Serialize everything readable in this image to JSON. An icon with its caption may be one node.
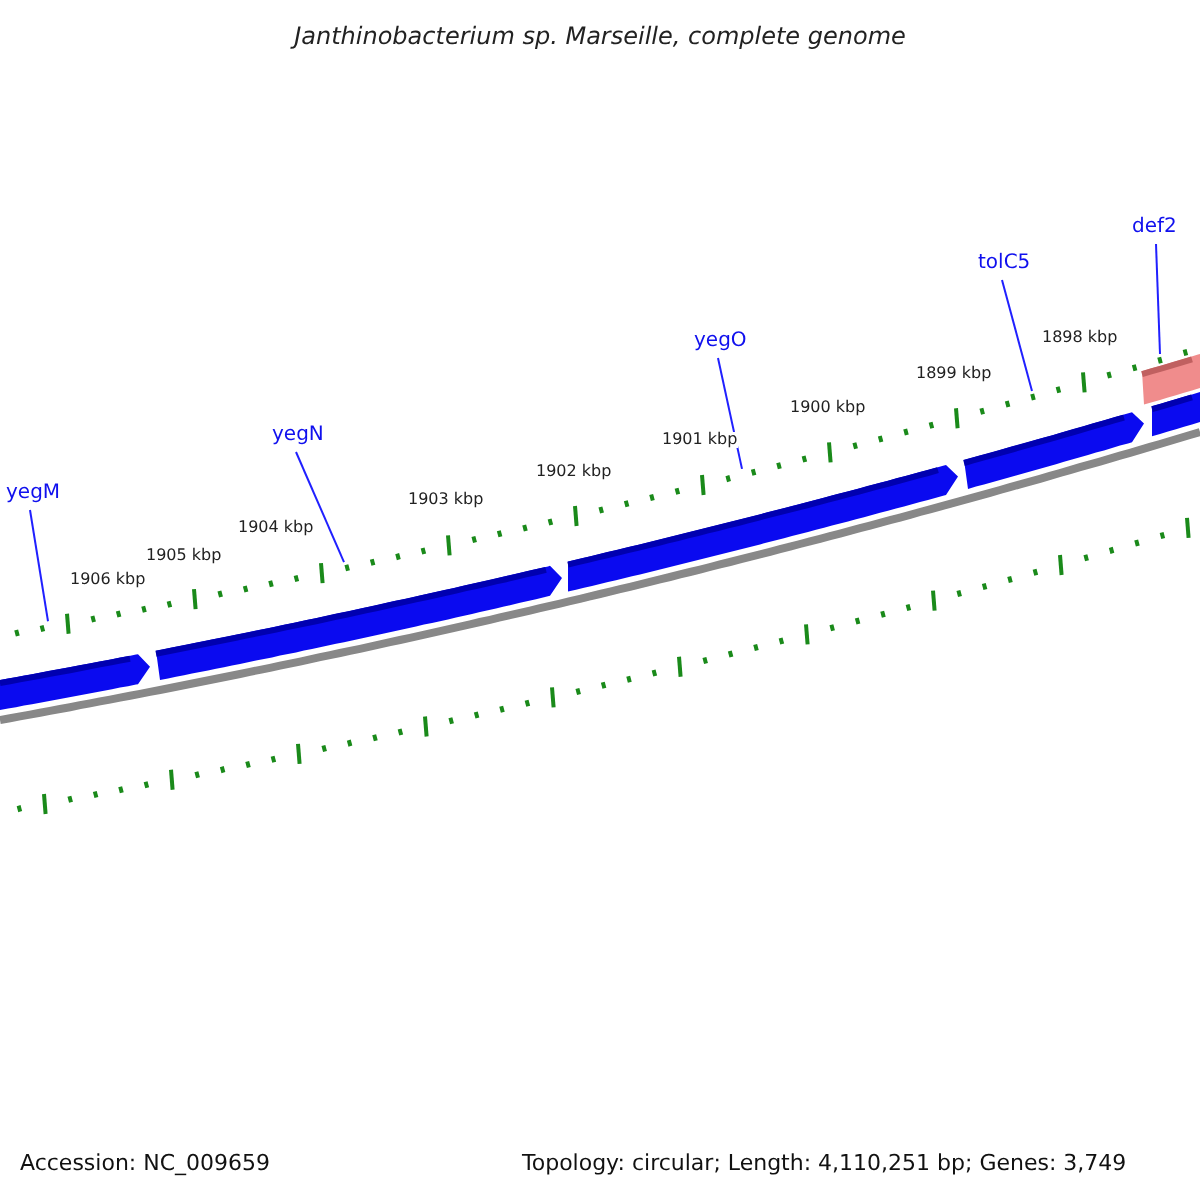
{
  "diagram": {
    "title": "Janthinobacterium sp. Marseille, complete genome",
    "nodes": [
      {
        "text": [
          "yegM"
        ]
      },
      {
        "text": [
          "yegN"
        ]
      },
      {
        "text": [
          "yegO"
        ]
      },
      {
        "text": [
          "tolC5"
        ]
      },
      {
        "text": [
          "def2"
        ]
      }
    ],
    "edges": [
      {
        "from": 0,
        "to": null,
        "arrow": "none"
      },
      {
        "from": 1,
        "to": null,
        "arrow": "none"
      },
      {
        "from": 2,
        "to": null,
        "arrow": "none"
      },
      {
        "from": 3,
        "to": null,
        "arrow": "none"
      },
      {
        "from": 4,
        "to": null,
        "arrow": "none"
      }
    ],
    "labels": [
      "1898 kbp",
      "1899 kbp",
      "1900 kbp",
      "1901 kbp",
      "1902 kbp",
      "1903 kbp",
      "1904 kbp",
      "1905 kbp",
      "1906 kbp",
      "Accession: NC_009659",
      "Topology: circular; Length: 4,110,251 bp; Genes: 3,749"
    ]
  }
}
